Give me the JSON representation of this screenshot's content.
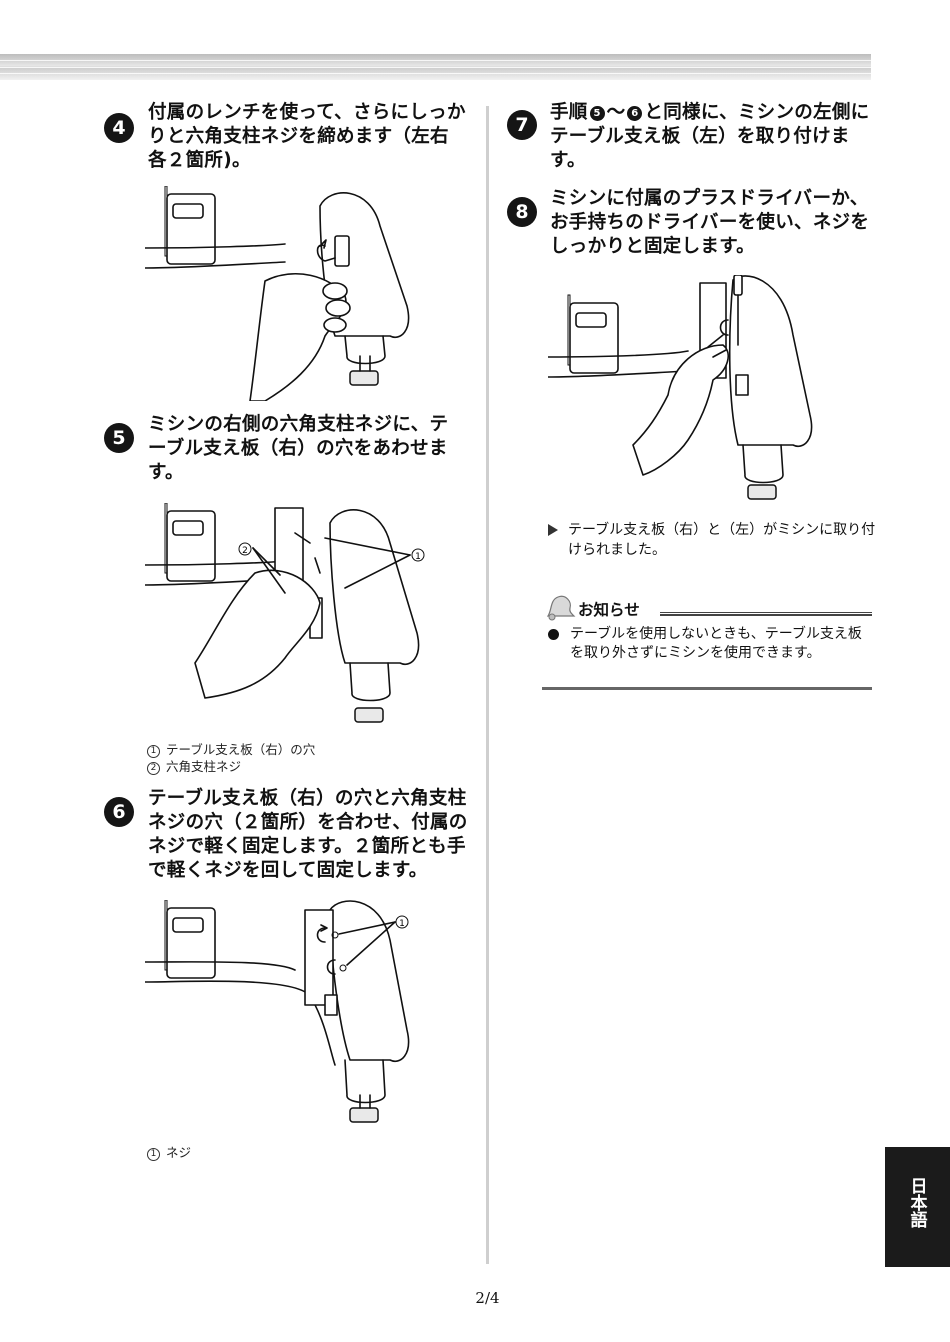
{
  "steps": [
    {
      "num": "4",
      "text": "付属のレンチを使って、さらにしっかりと六角支柱ネジを締めます（左右各２箇所)。"
    },
    {
      "num": "5",
      "text": "ミシンの右側の六角支柱ネジに、テーブル支え板（右）の穴をあわせます。"
    },
    {
      "num": "6",
      "text": "テーブル支え板（右）の穴と六角支柱ネジの穴（２箇所）を合わせ、付属のネジで軽く固定します。２箇所とも手で軽くネジを回して固定します。"
    },
    {
      "num": "7",
      "text_before": "手順",
      "ref_a": "5",
      "tilde": "～",
      "ref_b": "6",
      "text_after": "と同様に、ミシンの左側にテーブル支え板（左）を取り付けます。"
    },
    {
      "num": "8",
      "text": "ミシンに付属のプラスドライバーか、お手持ちのドライバーを使い、ネジをしっかりと固定します。"
    }
  ],
  "captions": {
    "step5": [
      {
        "mark": "1",
        "text": "テーブル支え板（右）の穴"
      },
      {
        "mark": "2",
        "text": "六角支柱ネジ"
      }
    ],
    "step6": [
      {
        "mark": "1",
        "text": "ネジ"
      }
    ]
  },
  "callouts": {
    "step5_a": "2",
    "step5_b": "1",
    "step6_a": "1"
  },
  "result": "テーブル支え板（右）と（左）がミシンに取り付けられました。",
  "note": {
    "label": "お知らせ",
    "text": "テーブルを使用しないときも、テーブル支え板を取り外さずにミシンを使用できます。"
  },
  "page_number": "2/4",
  "language_tab": "日本語"
}
